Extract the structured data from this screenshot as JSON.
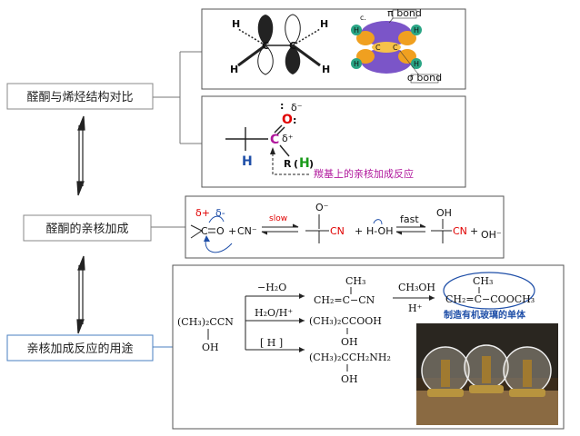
{
  "labels": {
    "structure_compare": "醛酮与烯烃结构对比",
    "nucleophilic_addition": "醛酮的亲核加成",
    "uses": "亲核加成反应的用途"
  },
  "orbital": {
    "tag": "c.",
    "pi_bond": "π bond",
    "sigma_bond": "σ bond",
    "atoms": {
      "H": "H",
      "C": "C"
    }
  },
  "carbonyl": {
    "delta_minus": "δ⁻",
    "delta_plus": "δ⁺",
    "O": "O",
    "C": "C",
    "H": "H",
    "R": "R",
    "H_green": "H",
    "caption": "羰基上的亲核加成反应",
    "colors": {
      "O": "#e00000",
      "C": "#b0179c",
      "H": "#1f4fa8",
      "H_green": "#1a9a1a",
      "caption": "#b0179c"
    }
  },
  "mechanism": {
    "delta_plus": "δ+",
    "delta_minus": "δ-",
    "C": "C",
    "O": "O",
    "plus1": "+",
    "cn_minus": "CN⁻",
    "slow": "slow",
    "o_minus": "O⁻",
    "CN": "CN",
    "plus2": "+",
    "HOH": "H-OH",
    "fast": "fast",
    "OH": "OH",
    "CN2": "CN",
    "plus3": "+",
    "OH_minus": "OH⁻",
    "colors": {
      "red": "#e00000",
      "blue": "#1f4fa8"
    }
  },
  "uses": {
    "start_line1": "(CH₃)₂CCN",
    "start_line2": "OH",
    "cond1": "−H₂O",
    "cond2": "H₂O/H⁺",
    "cond3": "[ H ]",
    "prod1_top": "CH₃",
    "prod1": "CH₂=C−CN",
    "prod2": "(CH₃)₂CCOOH",
    "prod2_oh": "OH",
    "prod3": "(CH₃)₂CCH₂NH₂",
    "prod3_oh": "OH",
    "reagent_top": "CH₃OH",
    "reagent_bottom": "H⁺",
    "final_top": "CH₃",
    "final": "CH₂=C−COOCH₃",
    "final_caption": "制造有机玻璃的单体",
    "caption_color": "#1f4fa8"
  }
}
